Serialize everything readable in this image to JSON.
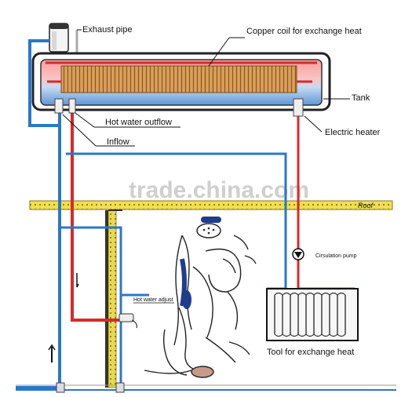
{
  "labels": {
    "exhaust_pipe": "Exhaust pipe",
    "copper_coil": "Copper coil for exchange heat",
    "tank": "Tank",
    "hot_water_outflow": "Hot water outflow",
    "inflow": "Inflow",
    "electric_heater": "Electric heater",
    "roof": "Roof",
    "circulation_pump": "Cirsulation pump",
    "hot_water_adjust": "Hot water adjust",
    "tool_exchange_heat": "Tool for exchange heat",
    "watermark": "trade.china.com"
  },
  "colors": {
    "hot_pipe": "#d42b2b",
    "cold_pipe": "#2a78c8",
    "roof": "#e8d64a",
    "coil": "#c98a3c",
    "tank_frame": "#222222",
    "tank_inner_top": "#ff8a8a",
    "tank_inner_bottom": "#8fb8e6"
  }
}
